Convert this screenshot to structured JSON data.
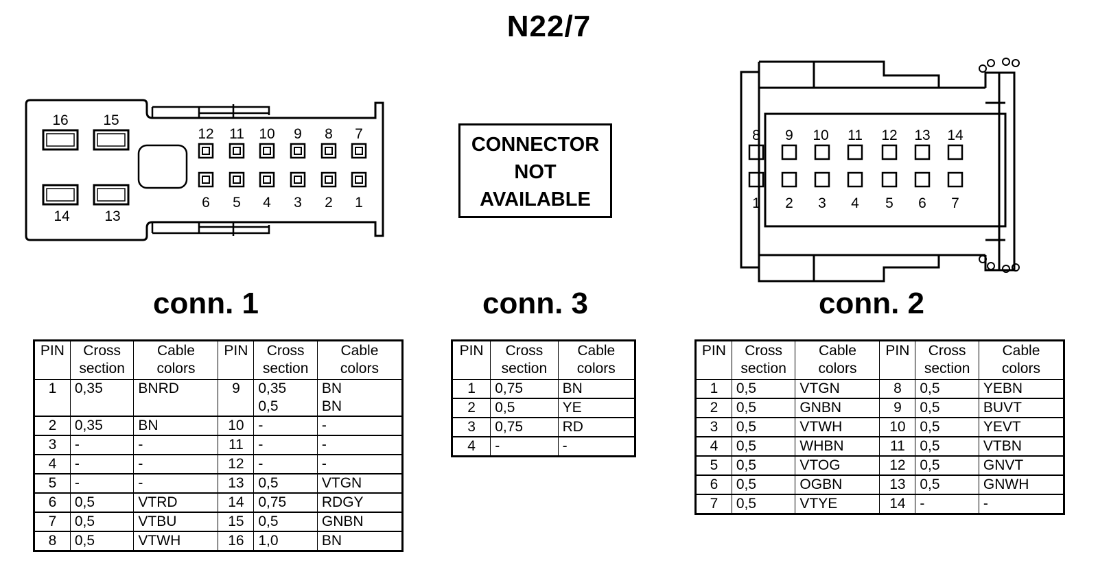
{
  "title": "N22/7",
  "connector_not_available": [
    "CONNECTOR",
    "NOT",
    "AVAILABLE"
  ],
  "headings": {
    "conn1": "conn. 1",
    "conn3": "conn. 3",
    "conn2": "conn. 2"
  },
  "columns": {
    "pin": "PIN",
    "cross": [
      "Cross",
      "section"
    ],
    "cable": [
      "Cable",
      "colors"
    ]
  },
  "conn1_drawing": {
    "large_top": [
      "16",
      "15"
    ],
    "large_bottom": [
      "14",
      "13"
    ],
    "top_row": [
      "12",
      "11",
      "10",
      "9",
      "8",
      "7"
    ],
    "bottom_row": [
      "6",
      "5",
      "4",
      "3",
      "2",
      "1"
    ]
  },
  "conn2_drawing": {
    "top_row": [
      "8",
      "9",
      "10",
      "11",
      "12",
      "13",
      "14"
    ],
    "bottom_row": [
      "1",
      "2",
      "3",
      "4",
      "5",
      "6",
      "7"
    ]
  },
  "conn1_rows": [
    {
      "pin": "1",
      "cross": "0,35",
      "color": "BNRD",
      "pin2": "9",
      "cross2": [
        "0,35",
        "0,5"
      ],
      "color2": [
        "BN",
        "BN"
      ]
    },
    {
      "pin": "2",
      "cross": "0,35",
      "color": "BN",
      "pin2": "10",
      "cross2": [
        "-"
      ],
      "color2": [
        "-"
      ]
    },
    {
      "pin": "3",
      "cross": "-",
      "color": "-",
      "pin2": "11",
      "cross2": [
        "-"
      ],
      "color2": [
        "-"
      ]
    },
    {
      "pin": "4",
      "cross": "-",
      "color": "-",
      "pin2": "12",
      "cross2": [
        "-"
      ],
      "color2": [
        "-"
      ]
    },
    {
      "pin": "5",
      "cross": "-",
      "color": "-",
      "pin2": "13",
      "cross2": [
        "0,5"
      ],
      "color2": [
        "VTGN"
      ]
    },
    {
      "pin": "6",
      "cross": "0,5",
      "color": "VTRD",
      "pin2": "14",
      "cross2": [
        "0,75"
      ],
      "color2": [
        "RDGY"
      ]
    },
    {
      "pin": "7",
      "cross": "0,5",
      "color": "VTBU",
      "pin2": "15",
      "cross2": [
        "0,5"
      ],
      "color2": [
        "GNBN"
      ]
    },
    {
      "pin": "8",
      "cross": "0,5",
      "color": "VTWH",
      "pin2": "16",
      "cross2": [
        "1,0"
      ],
      "color2": [
        "BN"
      ]
    }
  ],
  "conn3_rows": [
    {
      "pin": "1",
      "cross": "0,75",
      "color": "BN"
    },
    {
      "pin": "2",
      "cross": "0,5",
      "color": "YE"
    },
    {
      "pin": "3",
      "cross": "0,75",
      "color": "RD"
    },
    {
      "pin": "4",
      "cross": "-",
      "color": "-"
    }
  ],
  "conn2_rows": [
    {
      "pin": "1",
      "cross": "0,5",
      "color": "VTGN",
      "pin2": "8",
      "cross2": "0,5",
      "color2": "YEBN"
    },
    {
      "pin": "2",
      "cross": "0,5",
      "color": "GNBN",
      "pin2": "9",
      "cross2": "0,5",
      "color2": "BUVT"
    },
    {
      "pin": "3",
      "cross": "0,5",
      "color": "VTWH",
      "pin2": "10",
      "cross2": "0,5",
      "color2": "YEVT"
    },
    {
      "pin": "4",
      "cross": "0,5",
      "color": "WHBN",
      "pin2": "11",
      "cross2": "0,5",
      "color2": "VTBN"
    },
    {
      "pin": "5",
      "cross": "0,5",
      "color": "VTOG",
      "pin2": "12",
      "cross2": "0,5",
      "color2": "GNVT"
    },
    {
      "pin": "6",
      "cross": "0,5",
      "color": "OGBN",
      "pin2": "13",
      "cross2": "0,5",
      "color2": "GNWH"
    },
    {
      "pin": "7",
      "cross": "0,5",
      "color": "VTYE",
      "pin2": "14",
      "cross2": "-",
      "color2": "-"
    }
  ]
}
